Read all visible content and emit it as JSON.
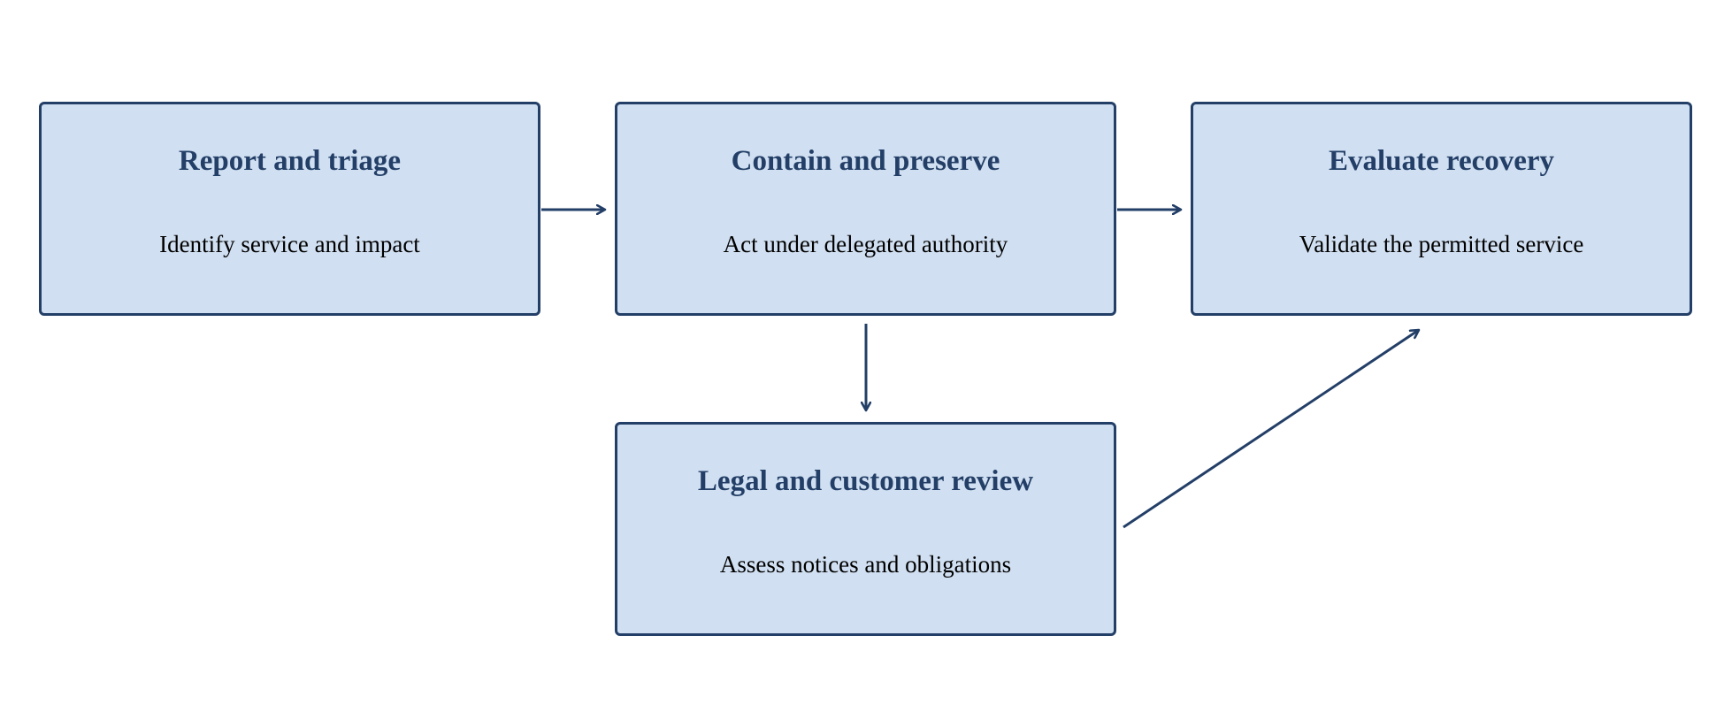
{
  "diagram": {
    "accent_color": "#233f67",
    "node_fill": "#d0dff1",
    "nodes": [
      {
        "id": "report",
        "title": "Report and triage",
        "description": "Identify service and impact"
      },
      {
        "id": "contain",
        "title": "Contain and preserve",
        "description": "Act under delegated authority"
      },
      {
        "id": "evaluate",
        "title": "Evaluate recovery",
        "description": "Validate the permitted service"
      },
      {
        "id": "legal",
        "title": "Legal and customer review",
        "description": "Assess notices and obligations"
      }
    ],
    "edges": [
      {
        "from": "report",
        "to": "contain"
      },
      {
        "from": "contain",
        "to": "evaluate"
      },
      {
        "from": "contain",
        "to": "legal"
      },
      {
        "from": "legal",
        "to": "evaluate"
      }
    ]
  }
}
